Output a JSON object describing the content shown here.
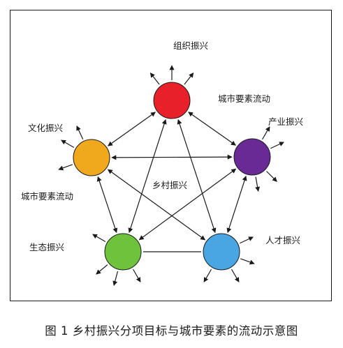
{
  "nodes": {
    "organization": {
      "label": "组织振兴",
      "color": "#e8202a"
    },
    "industry": {
      "label": "产业振兴",
      "color": "#6a2a96"
    },
    "talent": {
      "label": "人才振兴",
      "color": "#4aa6e2"
    },
    "ecology": {
      "label": "生态振兴",
      "color": "#6fc23c"
    },
    "culture": {
      "label": "文化振兴",
      "color": "#f0a81c"
    }
  },
  "labels": {
    "urban_flow_right": "城市要素流动",
    "urban_flow_left": "城市要素流动",
    "rural_revitalization": "乡村振兴"
  },
  "caption": "图 1  乡村振兴分项目标与城市要素的流动示意图"
}
